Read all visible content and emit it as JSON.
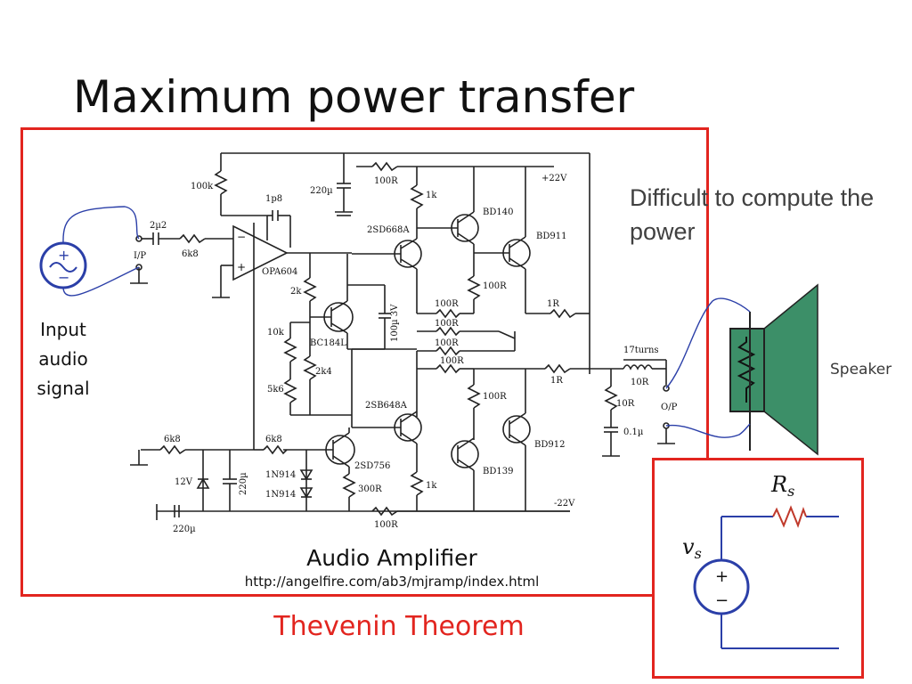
{
  "slide": {
    "title": "Maximum power transfer",
    "note": "Difficult to compute the power",
    "input_label": "Input audio signal",
    "caption": "Audio Amplifier",
    "url": "http://angelfire.com/ab3/mjramp/index.html",
    "theorem": "Thevenin Theorem"
  },
  "schematic": {
    "labels": {
      "r100k": "100k",
      "c1p8": "1p8",
      "c220u_top": "220µ",
      "r100r_top": "100R",
      "vplus": "+22V",
      "r1k_top": "1k",
      "bd140": "BD140",
      "q2sd668a": "2SD668A",
      "bd911": "BD911",
      "c2u2": "2µ2",
      "r6k8_in": "6k8",
      "ip": "I/P",
      "opa604": "OPA604",
      "r2k": "2k",
      "r100r_mid": "100R",
      "bc184l": "BC184L",
      "c100u": "100µ 3V",
      "r10k": "10k",
      "r2k4": "2k4",
      "r5k6": "5k6",
      "r100r_a": "100R",
      "r100r_b": "100R",
      "r100r_c": "100R",
      "r100r_d": "100R",
      "r1r_a": "1R",
      "r1r_b": "1R",
      "turns": "17turns",
      "r10r_a": "10R",
      "r10r_b": "10R",
      "op": "O/P",
      "c0u1": "0.1µ",
      "q2sb648a": "2SB648A",
      "r100r_low": "100R",
      "bd912": "BD912",
      "r6k8_a": "6k8",
      "r6k8_b": "6k8",
      "z12v": "12V",
      "c220u_b": "220µ",
      "d1": "1N914",
      "d2": "1N914",
      "q2sd756": "2SD756",
      "r300r": "300R",
      "r1k_low": "1k",
      "bd139": "BD139",
      "vminus": "-22V",
      "r100r_bot": "100R",
      "c220u_bot": "220µ",
      "plus": "+",
      "minus": "−",
      "speaker": "Speaker"
    },
    "speaker_color": "#3c8f68",
    "icons": {
      "source": "ac-source-icon",
      "speaker": "speaker-icon"
    }
  },
  "thevenin_circuit": {
    "rs_label": "R",
    "rs_sub": "s",
    "vs_label": "v",
    "vs_sub": "s",
    "plus": "+",
    "minus": "−",
    "wire_color": "#2b3fa8"
  },
  "colors": {
    "accent": "#e2251f",
    "note": "#404040"
  }
}
